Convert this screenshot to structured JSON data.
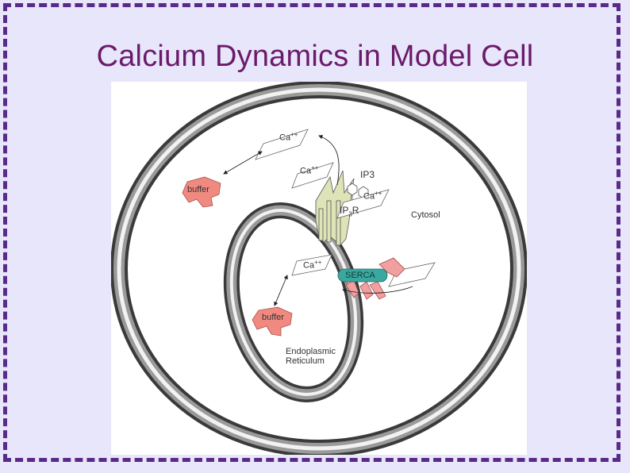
{
  "slide": {
    "title": "Calcium Dynamics in Model Cell"
  },
  "diagram": {
    "ca_label": "Ca",
    "ca_superscript": "++",
    "buffer_label": "buffer",
    "ip3_label": "IP3",
    "ip3r_label_main": "IP",
    "ip3r_label_sub": "3",
    "ip3r_label_tail": "R",
    "serca_label": "SERCA",
    "cytosol_label": "Cytosol",
    "er_label_line1": "Endoplasmic",
    "er_label_line2": "Reticulum"
  },
  "colors": {
    "title": "#6b1a6b",
    "border": "#5a2a8a",
    "background": "#e8e6fa",
    "buffer": "#f08a80",
    "serca": "#3aa8a0",
    "channel": "#dfe3b8"
  }
}
